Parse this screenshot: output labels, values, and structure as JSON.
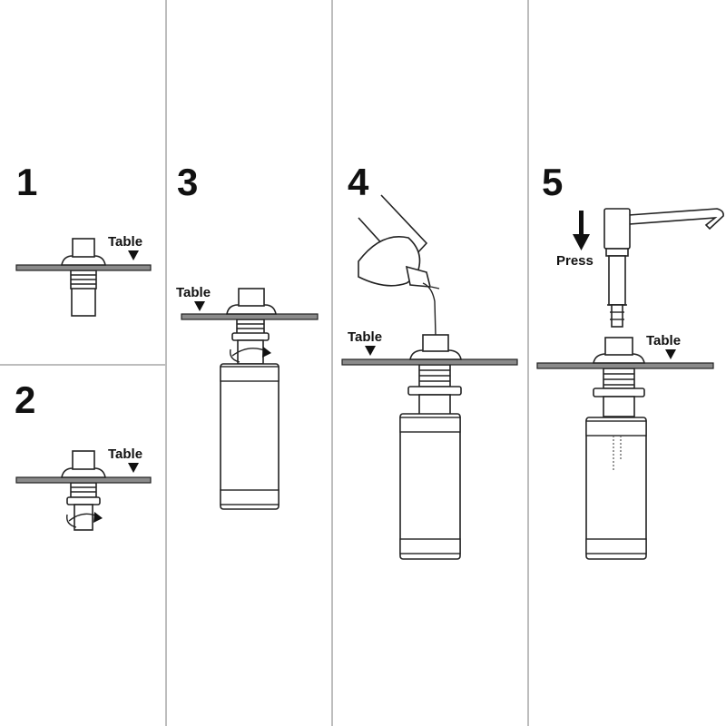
{
  "steps": [
    {
      "number": "1",
      "label": "Table"
    },
    {
      "number": "2",
      "label": "Table"
    },
    {
      "number": "3",
      "label": "Table"
    },
    {
      "number": "4",
      "label": "Table"
    },
    {
      "number": "5",
      "label": "Table",
      "action": "Press"
    }
  ],
  "colors": {
    "line": "#222222",
    "table": "#8a8a8a",
    "divider": "#bdbdbd"
  },
  "icons": [
    "arrow-down-icon",
    "rotate-arrow-icon",
    "refill-bottle-icon",
    "pump-head-icon"
  ]
}
